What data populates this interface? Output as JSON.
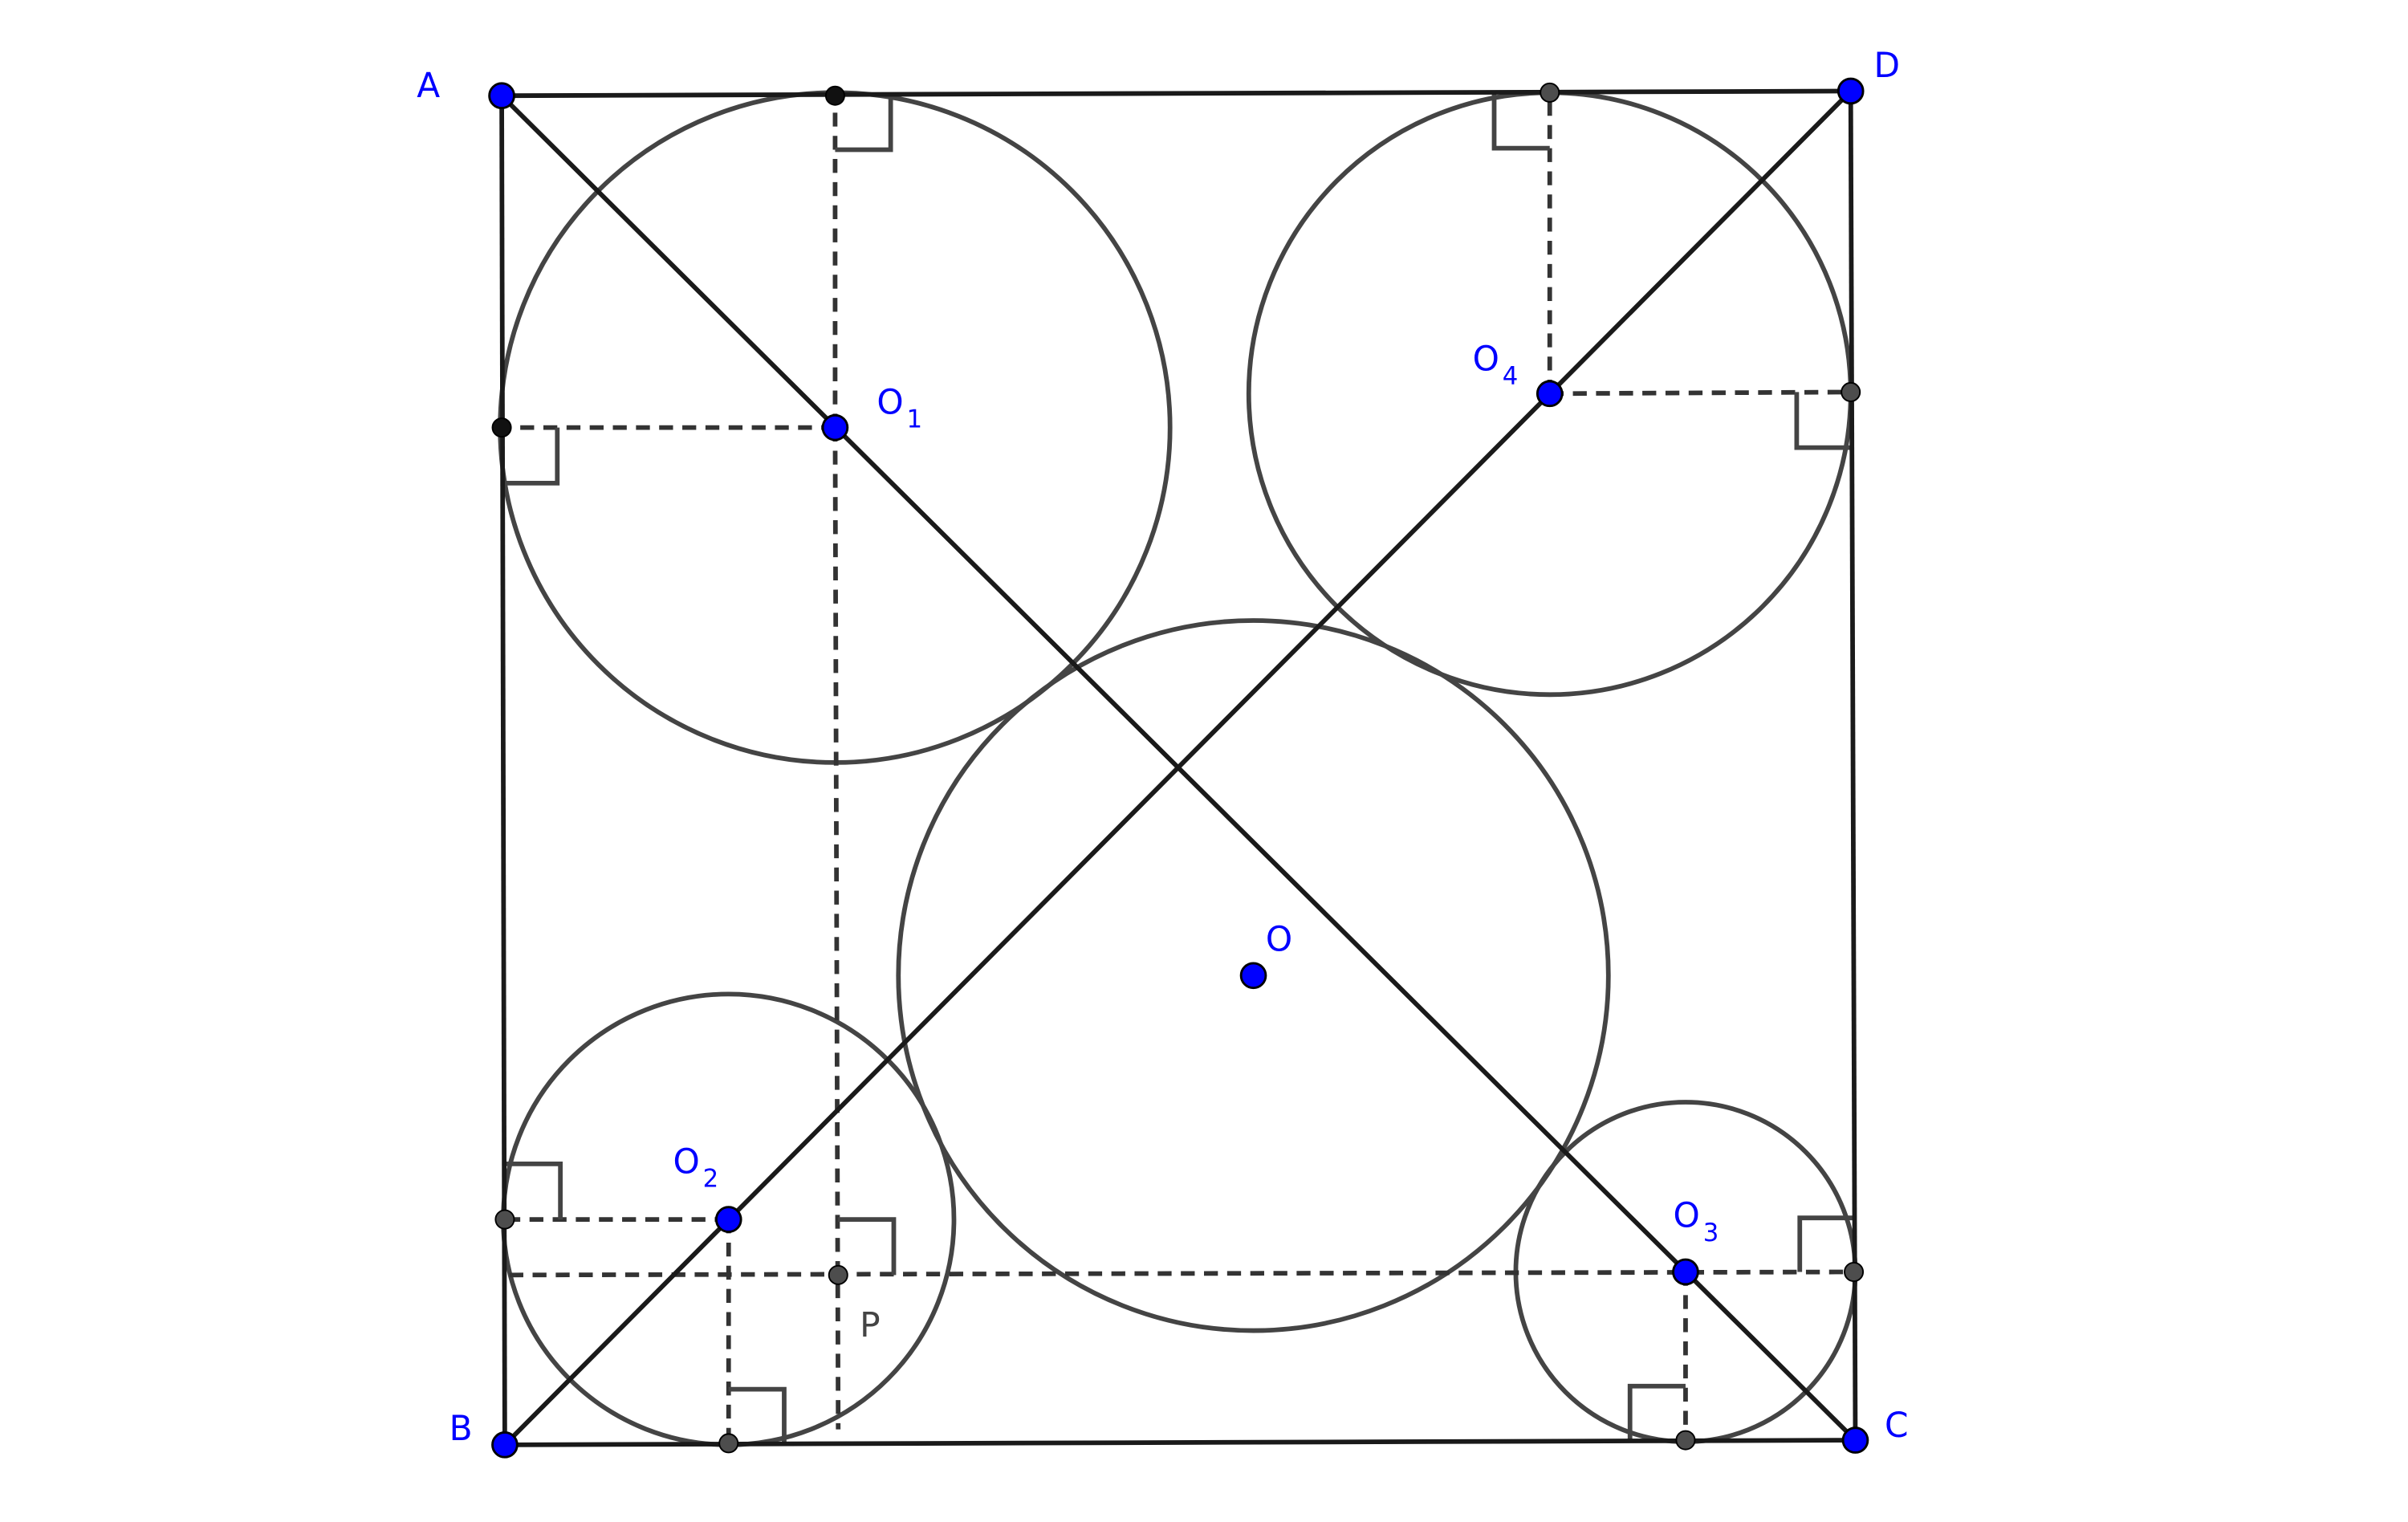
{
  "colors": {
    "point_main": "#0000ff",
    "point_aux": "#4d4d4d",
    "line": "#1a1a1a",
    "circle": "#444444"
  },
  "labels": {
    "A": "A",
    "B": "B",
    "C": "C",
    "D": "D",
    "O": "O",
    "O1_base": "O",
    "O1_sub": "1",
    "O2_base": "O",
    "O2_sub": "2",
    "O3_base": "O",
    "O3_sub": "3",
    "O4_base": "O",
    "O4_sub": "4",
    "P": "P"
  }
}
